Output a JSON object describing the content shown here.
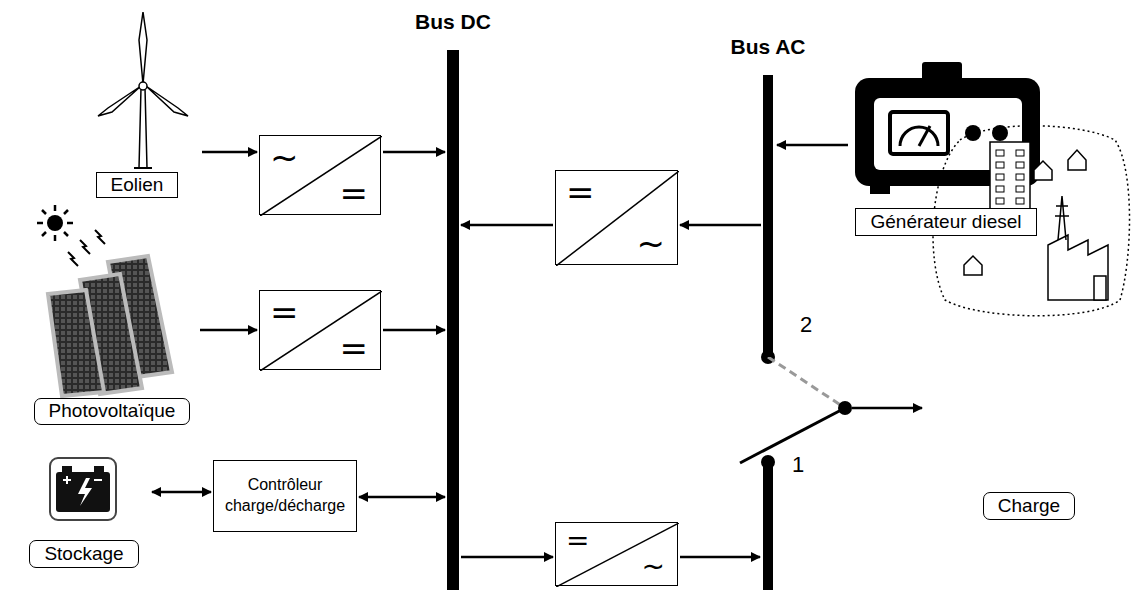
{
  "diagram": {
    "nodes": [
      {
        "text": [
          "Bus DC"
        ]
      },
      {
        "text": [
          "Bus AC"
        ]
      },
      {
        "text": [
          "~",
          "="
        ]
      },
      {
        "text": [
          "Générateur diesel"
        ]
      },
      {
        "text": [
          "Eolien"
        ]
      },
      {
        "text": [
          "=",
          "~"
        ]
      },
      {
        "text": [
          "=",
          "="
        ]
      },
      {
        "text": [
          "Photovoltaïque"
        ]
      },
      {
        "text": [
          "Charge"
        ]
      },
      {
        "text": [
          "Stockage"
        ]
      },
      {
        "text": [
          "Contrôleur charge/décharge"
        ]
      },
      {
        "text": [
          "=",
          "~"
        ]
      }
    ],
    "edges": [
      {
        "from": 2,
        "to": 0,
        "arrow": "to"
      },
      {
        "from": 1,
        "to": 5,
        "arrow": "to"
      },
      {
        "from": 5,
        "to": 0,
        "arrow": "to"
      },
      {
        "from": 6,
        "to": 0,
        "arrow": "to"
      },
      {
        "from": 9,
        "to": 10,
        "arrow": "both"
      },
      {
        "from": 10,
        "to": 0,
        "arrow": "both"
      },
      {
        "from": 0,
        "to": 11,
        "arrow": "to"
      }
    ],
    "labels": [
      "2",
      "1"
    ]
  }
}
